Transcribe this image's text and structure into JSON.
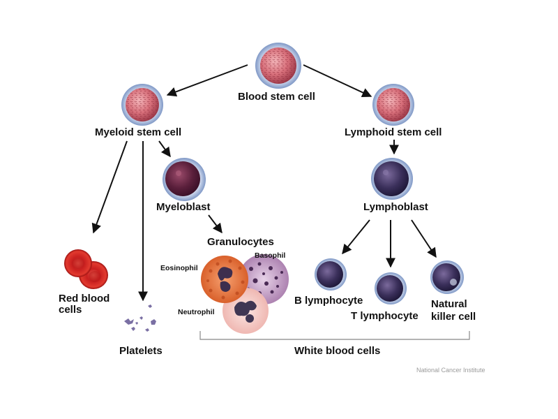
{
  "labels": {
    "blood_stem_cell": "Blood stem cell",
    "myeloid_stem_cell": "Myeloid stem cell",
    "lymphoid_stem_cell": "Lymphoid stem cell",
    "myeloblast": "Myeloblast",
    "lymphoblast": "Lymphoblast",
    "granulocytes": "Granulocytes",
    "eosinophil": "Eosinophil",
    "basophil": "Basophil",
    "neutrophil": "Neutrophil",
    "red_blood_cells_line1": "Red blood",
    "red_blood_cells_line2": "cells",
    "platelets": "Platelets",
    "b_lymphocyte": "B lymphocyte",
    "t_lymphocyte": "T lymphocyte",
    "natural_killer_line1": "Natural",
    "natural_killer_line2": "killer cell",
    "white_blood_cells": "White blood cells"
  },
  "credit": "National Cancer Institute",
  "colors": {
    "stem_cell": "#c95a66",
    "stem_ring": "#7f98c6",
    "blast_nucleus": "#5a1f3b",
    "red_blood_cell": "#d42a2a",
    "eosinophil": "#e87240",
    "basophil": "#b58ab8",
    "neutrophil": "#f3c7c2",
    "lymphocyte": "#3a2f5a",
    "arrow": "#111111"
  }
}
